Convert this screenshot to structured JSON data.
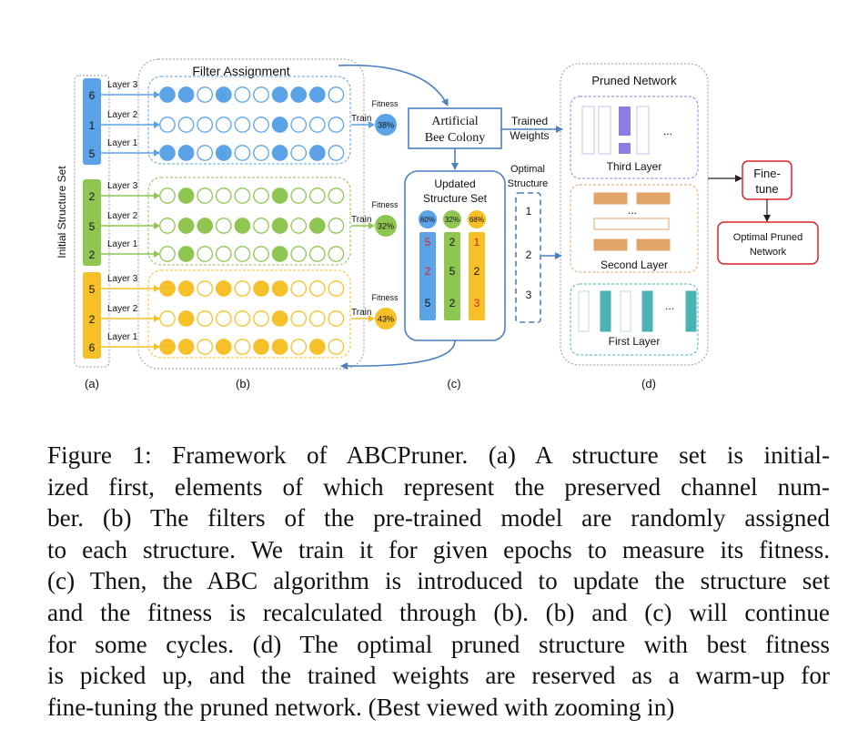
{
  "figure": {
    "y_axis_label": "Initial Structure Set",
    "filter_assignment_title": "Filter Assignment",
    "panel_labels": [
      "(a)",
      "(b)",
      "(c)",
      "(d)"
    ],
    "colors": {
      "blue": "#5ba3e6",
      "green": "#8ec651",
      "yellow": "#f5c028",
      "red": "#d9252a",
      "teal": "#4ab3b3",
      "purple": "#8a7fe0",
      "orange": "#e2a46a"
    },
    "groups": [
      {
        "color": "blue",
        "structure_values": [
          "6",
          "1",
          "5"
        ],
        "layers": [
          {
            "label": "Layer 3",
            "filled": [
              1,
              1,
              0,
              1,
              0,
              0,
              1,
              1,
              1,
              0
            ]
          },
          {
            "label": "Layer 2",
            "filled": [
              0,
              0,
              0,
              0,
              0,
              0,
              1,
              0,
              0,
              0
            ]
          },
          {
            "label": "Layer 1",
            "filled": [
              1,
              1,
              0,
              1,
              0,
              0,
              1,
              0,
              1,
              0
            ]
          }
        ],
        "fitness_label": "Fitness",
        "train_label": "Train",
        "fitness": "38%"
      },
      {
        "color": "green",
        "structure_values": [
          "2",
          "5",
          "2"
        ],
        "layers": [
          {
            "label": "Layer 3",
            "filled": [
              0,
              1,
              0,
              0,
              0,
              0,
              1,
              0,
              0,
              0
            ]
          },
          {
            "label": "Layer 2",
            "filled": [
              0,
              1,
              1,
              0,
              1,
              0,
              1,
              0,
              1,
              0
            ]
          },
          {
            "label": "Layer 1",
            "filled": [
              0,
              1,
              0,
              0,
              0,
              0,
              1,
              0,
              0,
              0
            ]
          }
        ],
        "fitness_label": "Fitness",
        "train_label": "Train",
        "fitness": "32%"
      },
      {
        "color": "yellow",
        "structure_values": [
          "5",
          "2",
          "6"
        ],
        "layers": [
          {
            "label": "Layer 3",
            "filled": [
              1,
              1,
              0,
              1,
              0,
              1,
              1,
              0,
              0,
              0
            ]
          },
          {
            "label": "Layer 2",
            "filled": [
              0,
              1,
              0,
              0,
              0,
              0,
              1,
              0,
              0,
              0
            ]
          },
          {
            "label": "Layer 1",
            "filled": [
              1,
              1,
              0,
              1,
              0,
              1,
              1,
              0,
              1,
              0
            ]
          }
        ],
        "fitness_label": "Fitness",
        "train_label": "Train",
        "fitness": "43%"
      }
    ],
    "abc": {
      "title_lines": [
        "Artificial",
        "Bee Colony"
      ],
      "trained_weights_lines": [
        "Trained",
        "Weights"
      ]
    },
    "updated_set": {
      "title_lines": [
        "Updated",
        "Structure Set"
      ],
      "columns": [
        {
          "color": "blue",
          "fitness": "60%",
          "values": [
            "5",
            "2",
            "5"
          ],
          "red": [
            true,
            true,
            false
          ]
        },
        {
          "color": "green",
          "fitness": "32%",
          "values": [
            "2",
            "5",
            "2"
          ],
          "red": [
            false,
            false,
            false
          ]
        },
        {
          "color": "yellow",
          "fitness": "68%",
          "values": [
            "1",
            "2",
            "3"
          ],
          "red": [
            true,
            false,
            true
          ]
        }
      ]
    },
    "optimal_structure": {
      "title_lines": [
        "Optimal",
        "Structure"
      ],
      "values": [
        "1",
        "2",
        "3"
      ]
    },
    "pruned_network": {
      "title": "Pruned Network",
      "third_layer": "Third Layer",
      "second_layer": "Second Layer",
      "first_layer": "First Layer",
      "ellipsis": "..."
    },
    "finetune_lines": [
      "Fine-",
      "tune"
    ],
    "optimal_pruned_lines": [
      "Optimal Pruned",
      "Network"
    ]
  },
  "caption": {
    "lines": [
      "Figure 1:  Framework of ABCPruner. (a) A structure set is initial-",
      "ized first, elements of which represent the preserved channel num-",
      "ber. (b) The filters of the pre-trained model are randomly assigned",
      "to each structure. We train it for given epochs to measure its fitness.",
      "(c) Then, the ABC algorithm is introduced to update the structure set",
      "and the fitness is recalculated through (b). (b) and (c) will continue",
      "for some cycles. (d) The optimal pruned structure with best fitness",
      "is picked up, and the trained weights are reserved as a warm-up for",
      "fine-tuning the pruned network. (Best viewed with zooming in)"
    ]
  }
}
